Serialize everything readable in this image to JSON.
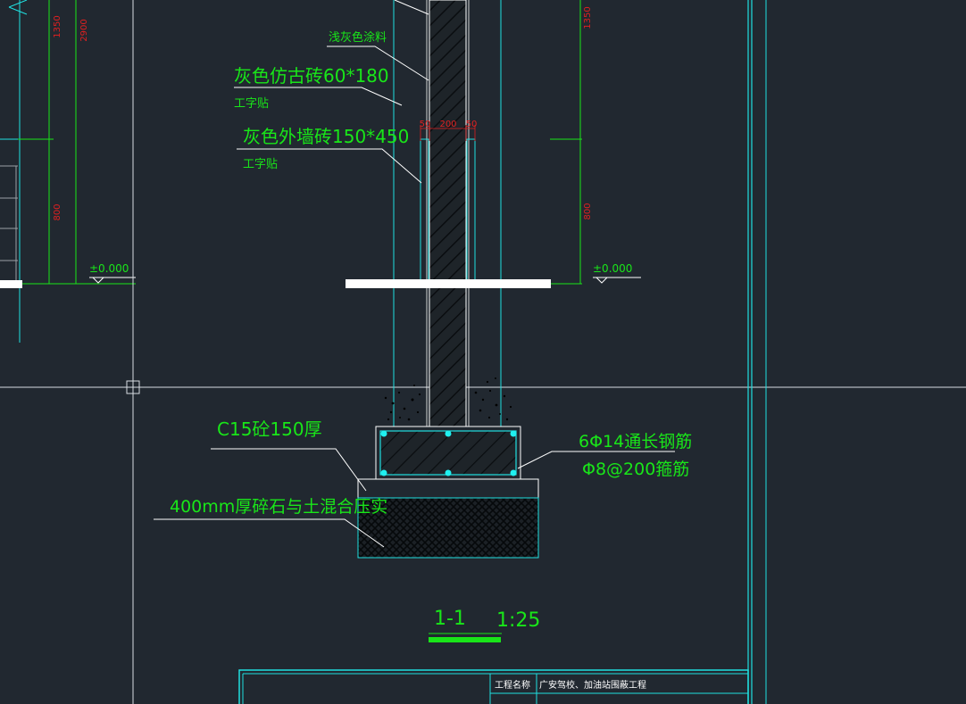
{
  "drawing": {
    "labels": {
      "paint": "浅灰色涂料",
      "tile_a": "灰色仿古砖60*180",
      "tile_a_pattern": "工字贴",
      "tile_b": "灰色外墙砖150*450",
      "tile_b_pattern": "工字贴",
      "concrete": "C15砼150厚",
      "gravel": "400mm厚碎石与土混合压实",
      "rebar_long": "6Φ14通长钢筋",
      "rebar_stirrup": "Φ8@200箍筋"
    },
    "dims": {
      "left_upper": "1350",
      "left_total": "2900",
      "left_lower": "800",
      "right_upper": "1350",
      "right_lower": "800",
      "top_left": "50",
      "top_mid": "200",
      "top_right": "50"
    },
    "elevations": {
      "left": "±0.000",
      "right": "±0.000"
    },
    "section": {
      "id": "1-1",
      "scale": "1:25"
    }
  },
  "title_block": {
    "project_label": "工程名称",
    "project_name": "广安驾校、加油站围蔽工程"
  },
  "colors": {
    "background": "#212830",
    "annotation": "#19e619",
    "dimension": "#e02020",
    "outline": "#20e0e0",
    "line": "#ffffff"
  }
}
